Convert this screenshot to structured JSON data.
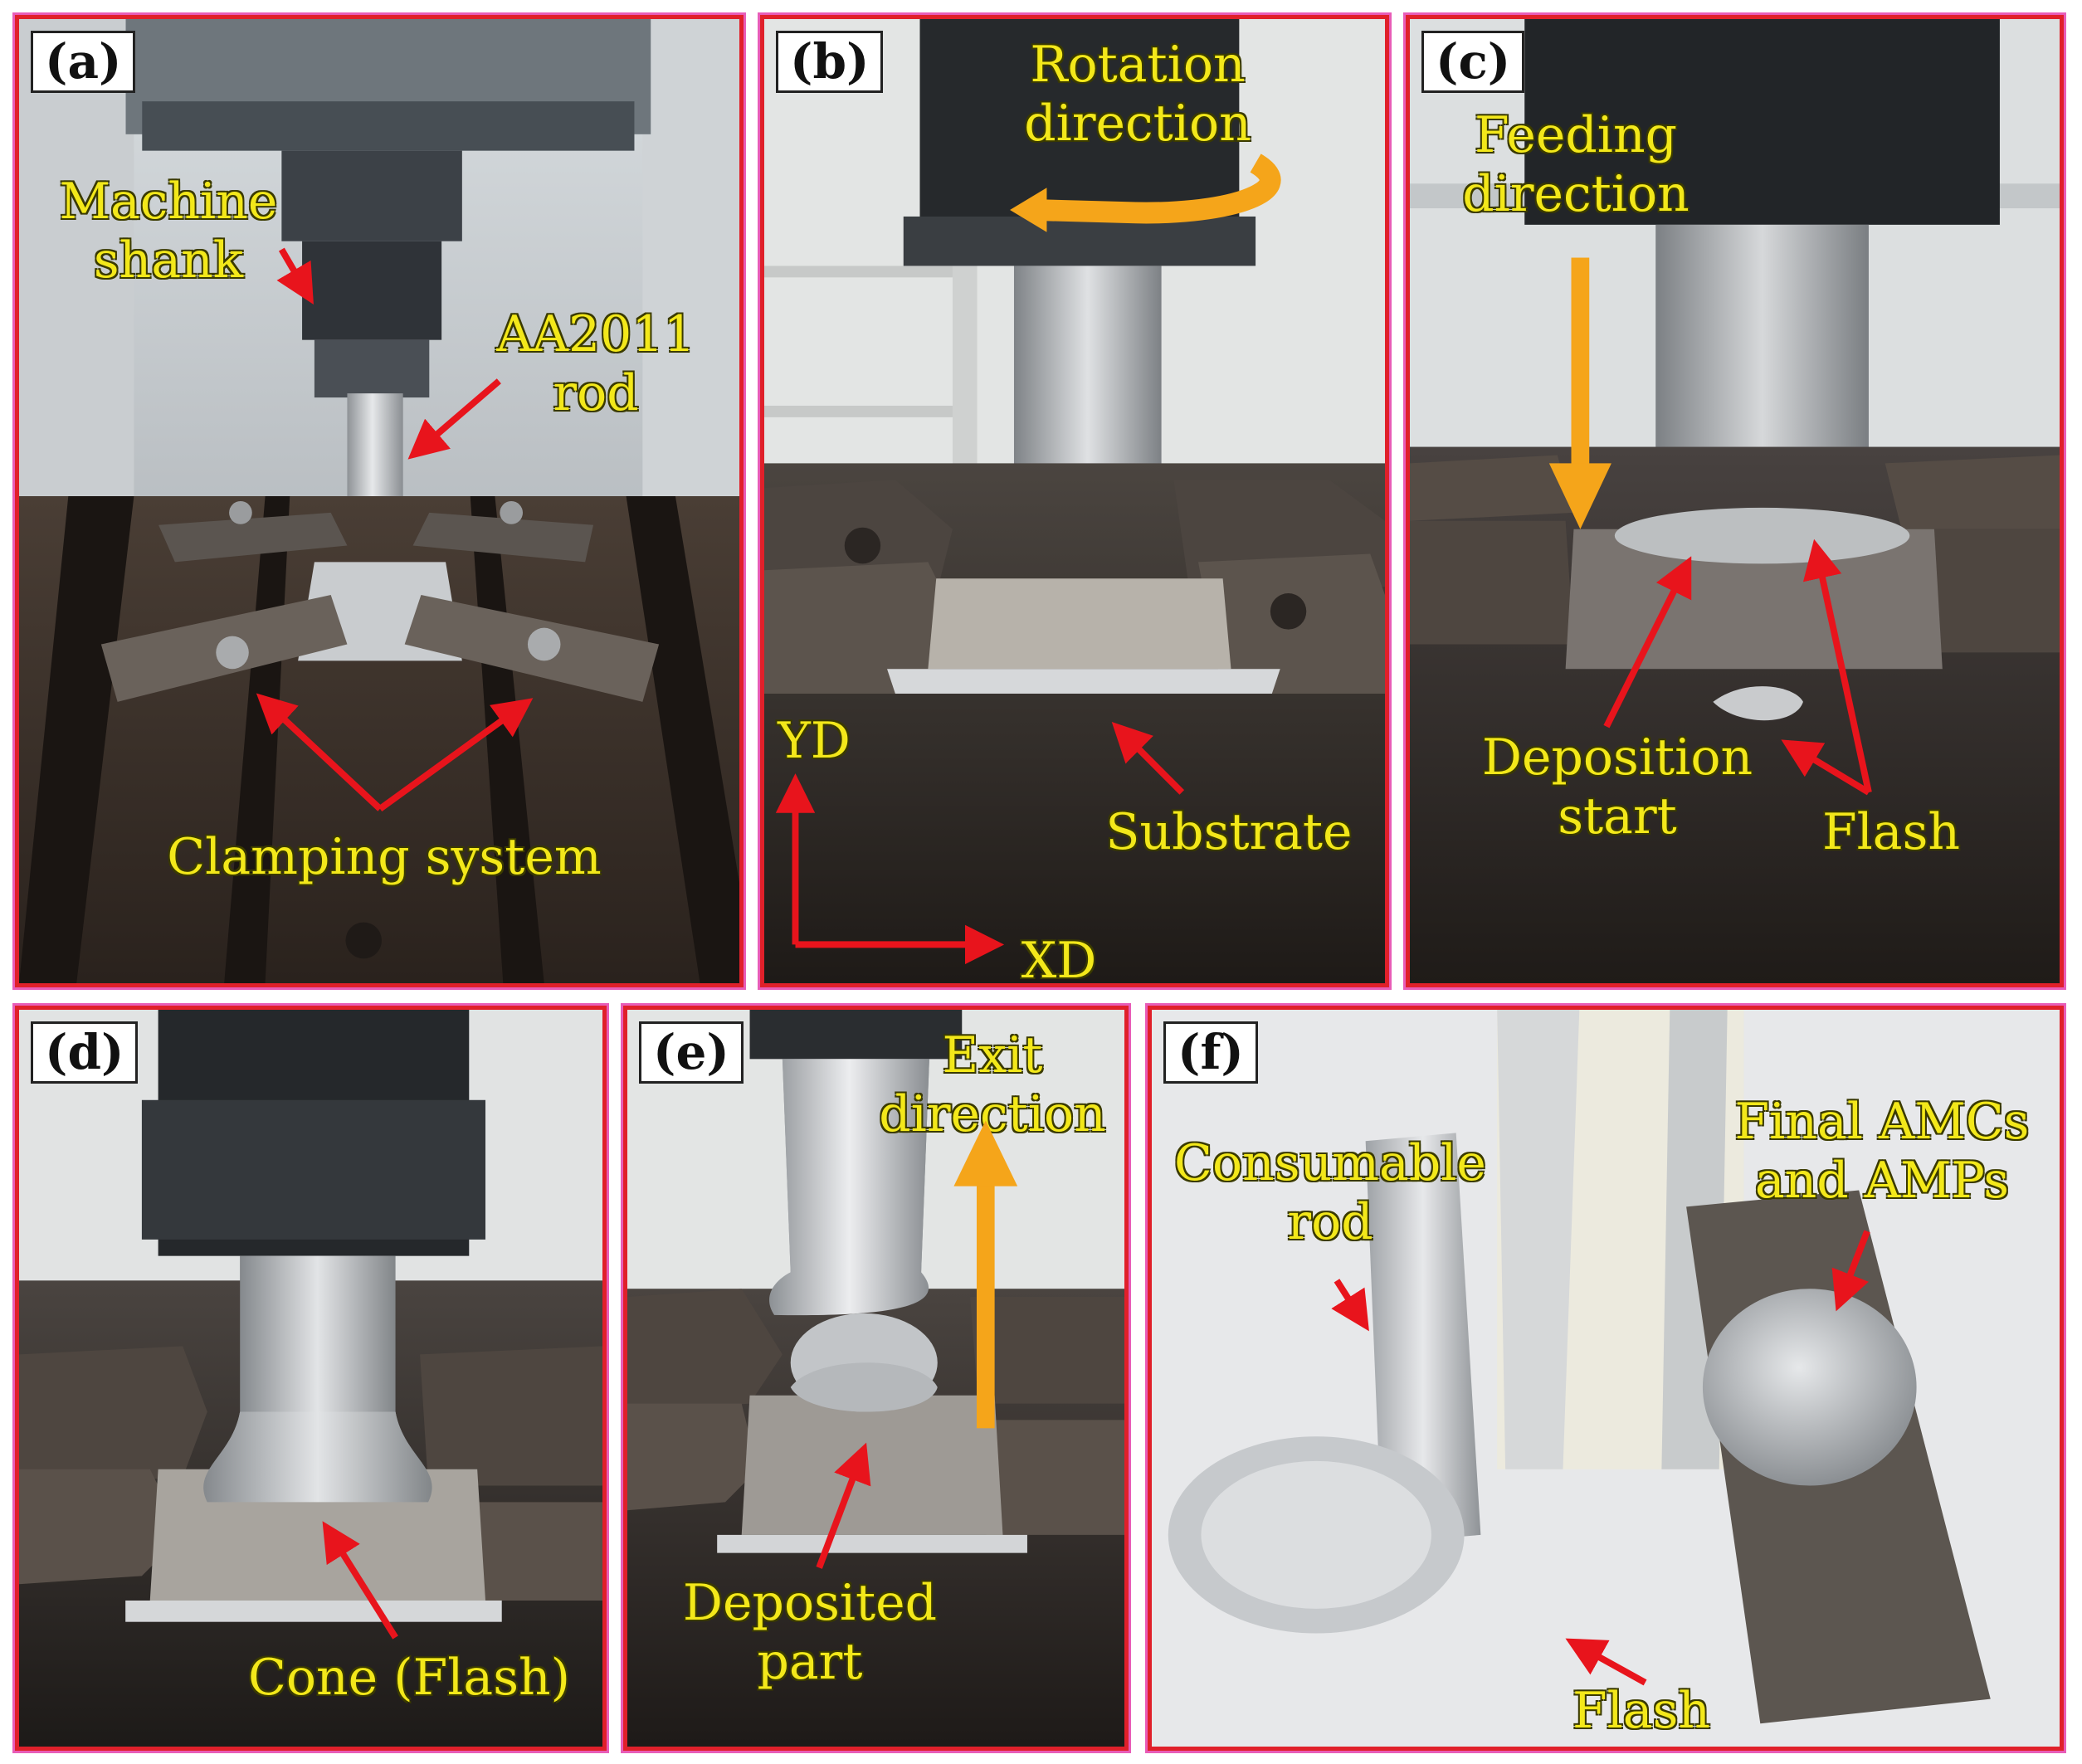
{
  "panels": {
    "a": {
      "tag": "(a)",
      "labels": {
        "machine_shank": [
          "Machine",
          "shank"
        ],
        "rod": [
          "AA2011",
          "rod"
        ],
        "clamping": "Clamping system"
      }
    },
    "b": {
      "tag": "(b)",
      "labels": {
        "rotation": [
          "Rotation",
          "direction"
        ],
        "substrate": "Substrate",
        "yd": "YD",
        "xd": "XD"
      }
    },
    "c": {
      "tag": "(c)",
      "labels": {
        "feeding": [
          "Feeding",
          "direction"
        ],
        "deposition": [
          "Deposition",
          "start"
        ],
        "flash": "Flash"
      }
    },
    "d": {
      "tag": "(d)",
      "labels": {
        "cone": "Cone (Flash)"
      }
    },
    "e": {
      "tag": "(e)",
      "labels": {
        "exit": [
          "Exit",
          "direction"
        ],
        "deposited": [
          "Deposited",
          "part"
        ]
      }
    },
    "f": {
      "tag": "(f)",
      "labels": {
        "consumable": [
          "Consumable",
          "rod"
        ],
        "final": [
          "Final AMCs",
          "and AMPs"
        ],
        "flash": "Flash"
      }
    }
  },
  "colors": {
    "label": "#f3e81a",
    "arrow": "#e8141c",
    "accent_arrow": "#f5a51a",
    "frame": "#e0202a"
  }
}
